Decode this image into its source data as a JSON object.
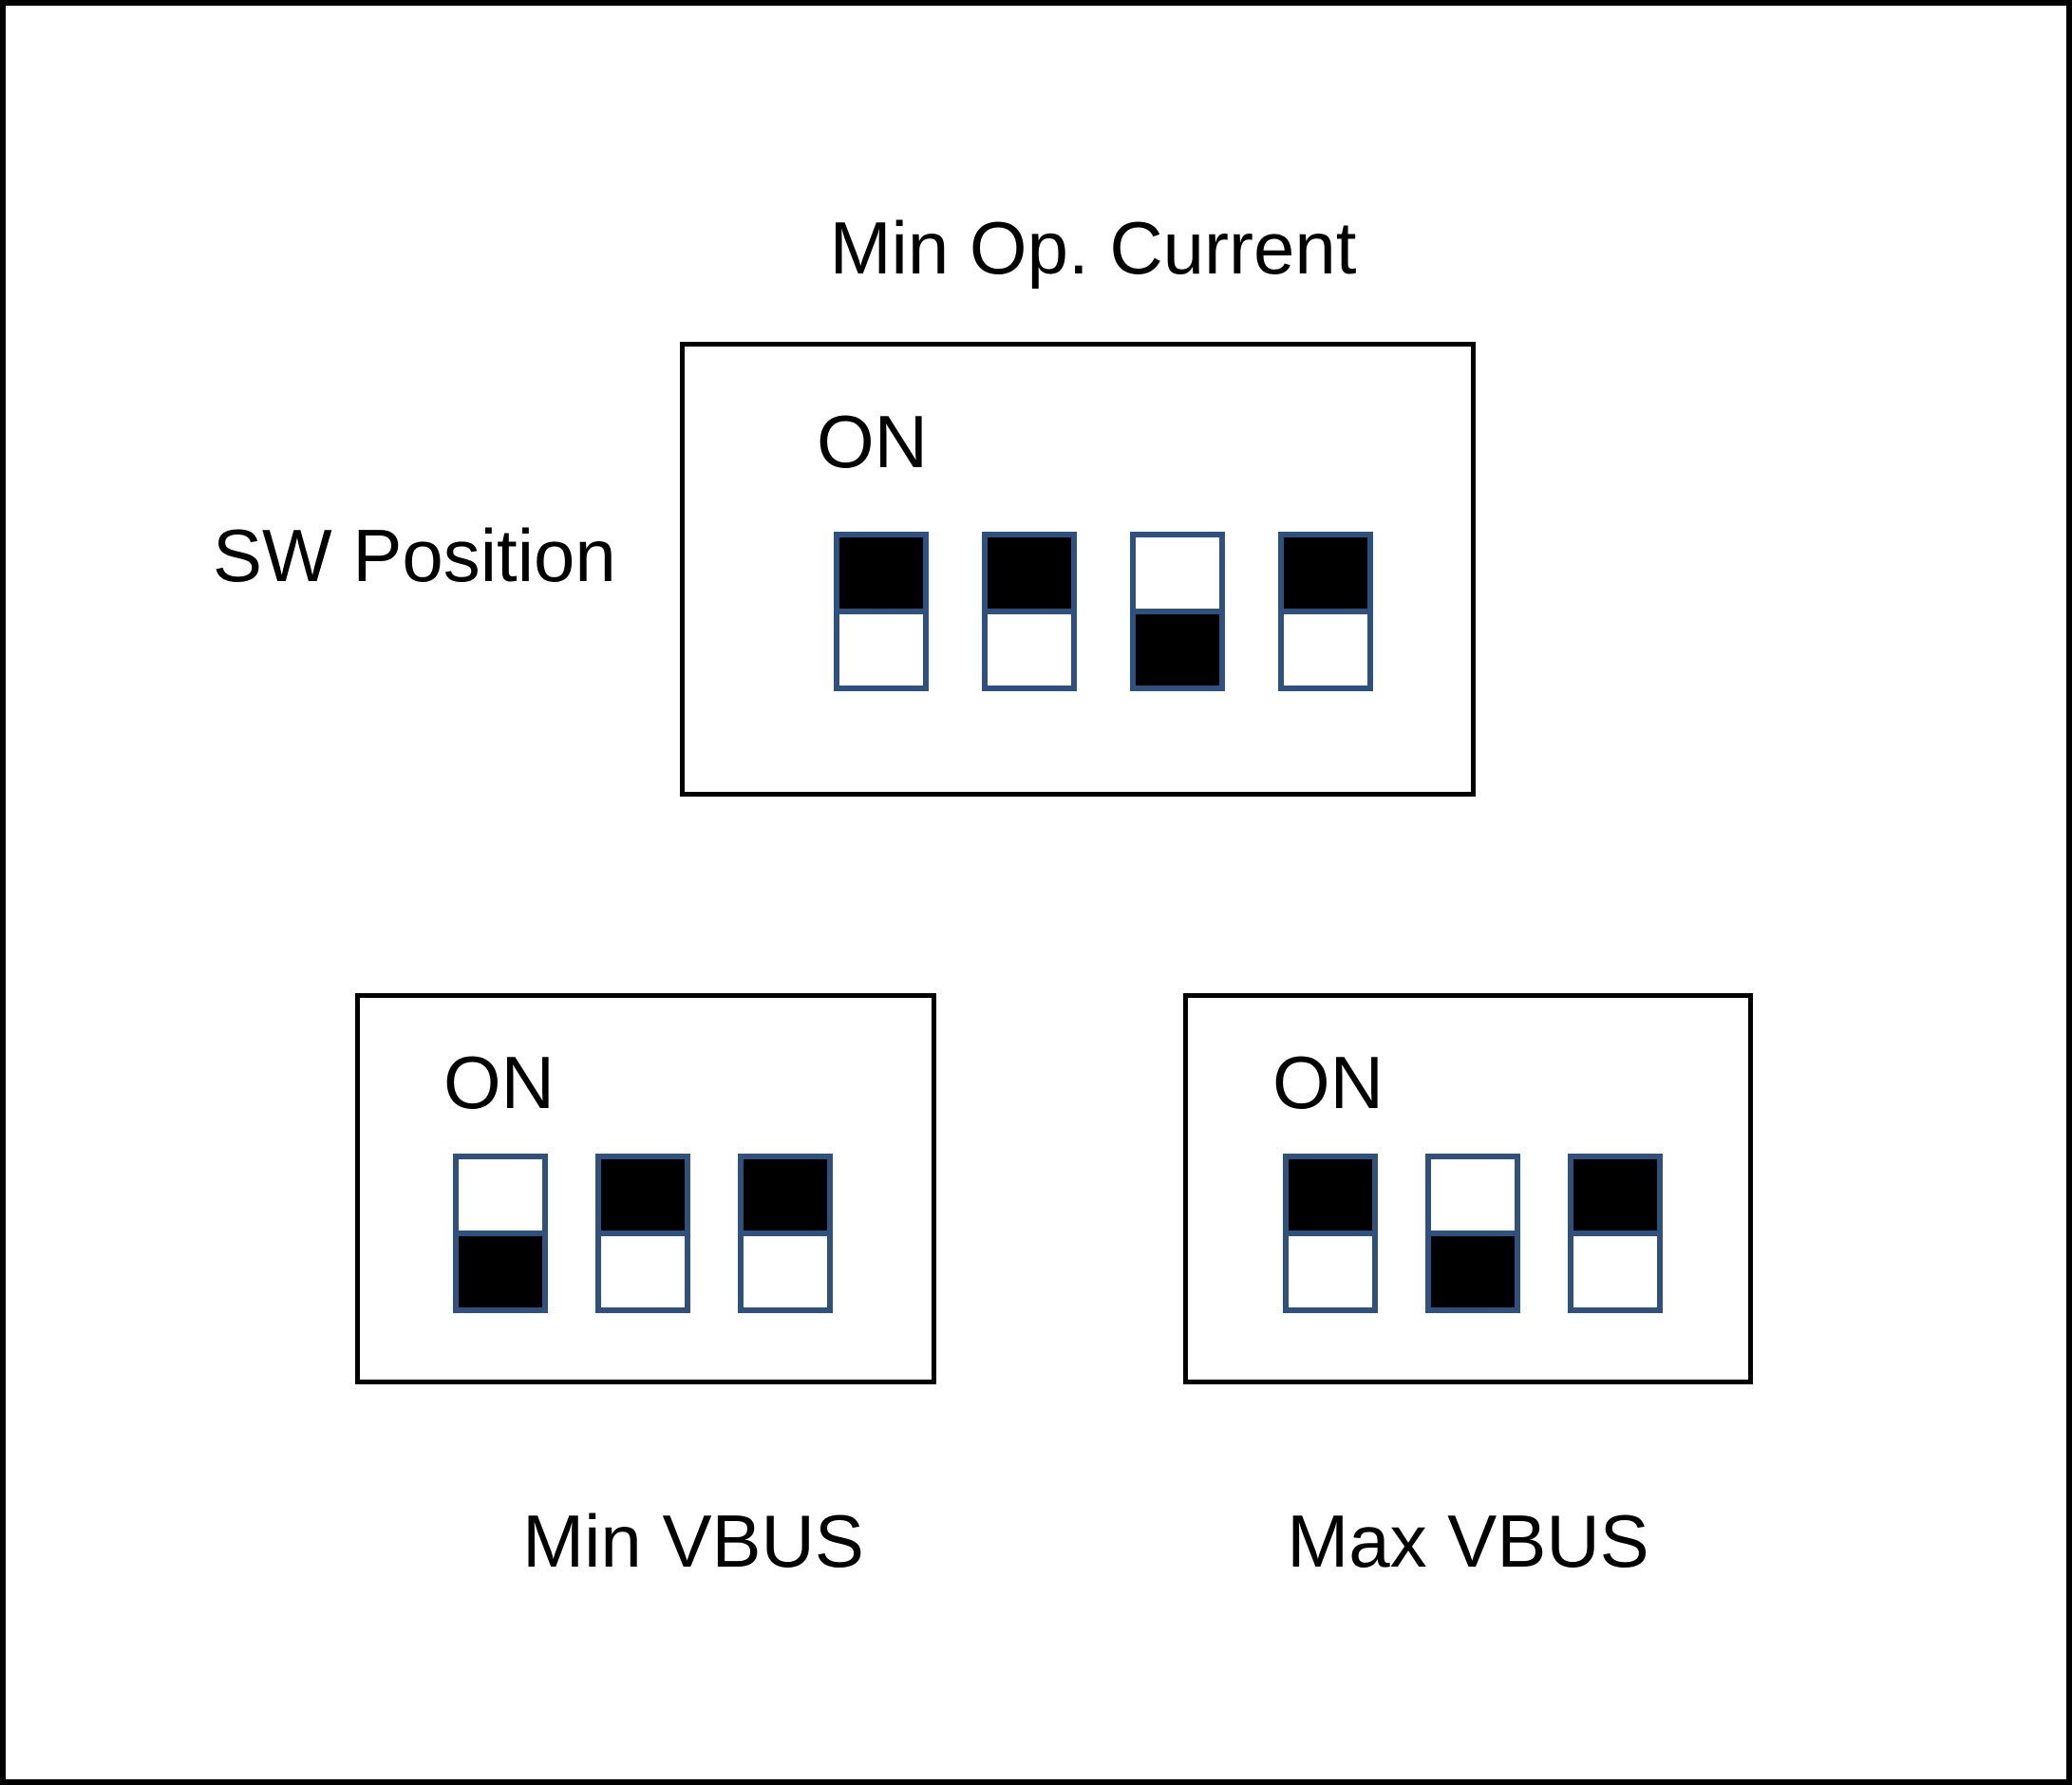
{
  "colors": {
    "background": "#ffffff",
    "text": "#000000",
    "panel_border": "#000000",
    "switch_border": "#2F5180",
    "switch_fill": "#000000"
  },
  "top_panel": {
    "title": "Min Op. Current",
    "side_label": "SW Position",
    "on_label": "ON",
    "switch_count": 4,
    "switches": [
      "on",
      "on",
      "off",
      "on"
    ]
  },
  "bottom_left_panel": {
    "caption": "Min VBUS",
    "on_label": "ON",
    "switch_count": 3,
    "switches": [
      "off",
      "on",
      "on"
    ]
  },
  "bottom_right_panel": {
    "caption": "Max VBUS",
    "on_label": "ON",
    "switch_count": 3,
    "switches": [
      "on",
      "off",
      "on"
    ]
  }
}
